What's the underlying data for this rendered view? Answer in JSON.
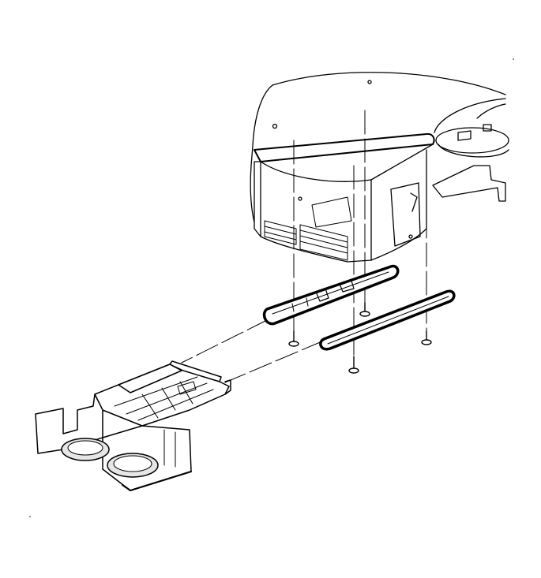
{
  "diagram": {
    "style": "black-and-white exploded-view line drawing",
    "components": [
      "vehicle-underbody-assembly",
      "center-mounting-rail",
      "front-mounting-rail",
      "rear-floor-tray",
      "screw-fastener"
    ],
    "fastener_count": 4,
    "colors": {
      "line": "#000000",
      "fill": "#ffffff",
      "shade": "#e6e6e6"
    }
  }
}
